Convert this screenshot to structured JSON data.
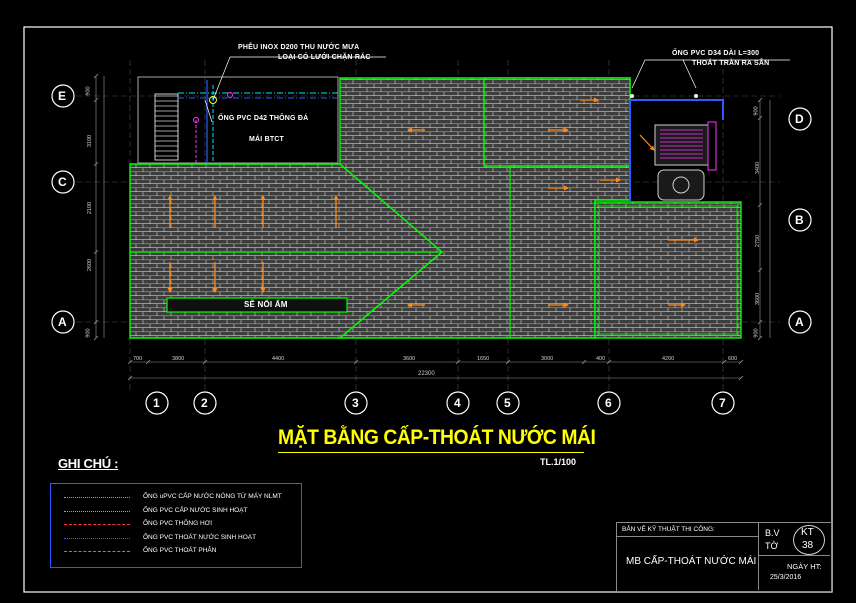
{
  "colors": {
    "background": "#000000",
    "frame": "#ffffff",
    "roof_outline": "#00ff00",
    "tile_fill": "#3d3d3d",
    "tile_lines": "#cfcfcf",
    "flow_arrow": "#ff8c1a",
    "title": "#ffff00",
    "cyan_pipe": "#00e5ff",
    "blue_wall": "#2d5bff",
    "magenta_pipe": "#ff33ff",
    "dim_line": "#9a9a9a"
  },
  "drawing": {
    "title": "MẶT BẰNG CẤP-THOÁT NƯỚC MÁI",
    "scale": "TL.1/100",
    "annotations": {
      "gutter_line1": "PHỄU INOX D200 THU NƯỚC MƯA",
      "gutter_line2": "LOẠI CÓ LƯỚI CHẶN RÁC",
      "vent_pipe": "ỐNG PVC D42 THÔNG ĐÁ",
      "roof_slab": "MÁI BTCT",
      "overflow_line1": "ỐNG PVC D34 DÀI L=300",
      "overflow_line2": "THOÁT TRÀN RA SÂN",
      "wet_slot": "SẼ NỐI ẨM"
    },
    "grid": {
      "bottom": [
        "1",
        "2",
        "3",
        "4",
        "5",
        "6",
        "7"
      ],
      "left": [
        "E",
        "C",
        "A"
      ],
      "right": [
        "D",
        "B",
        "A"
      ]
    },
    "dims": {
      "bottom": [
        "700",
        "3800",
        "4400",
        "3600",
        "1650",
        "3000",
        "400",
        "4200",
        "600"
      ],
      "total": "22300",
      "left": [
        "900",
        "3100",
        "2100",
        "2600",
        "900"
      ],
      "right": [
        "900",
        "3400",
        "2750",
        "3600",
        "900"
      ]
    }
  },
  "legend": {
    "heading": "GHI CHÚ :",
    "items": [
      {
        "label": "ỐNG uPVC CẤP NƯỚC NÓNG TỪ MÁY NLMT",
        "color": "#ff8c1a",
        "style": "dash-dot"
      },
      {
        "label": "ỐNG PVC CẤP NƯỚC SINH HOẠT",
        "color": "#00e5ff",
        "style": "dash-dot"
      },
      {
        "label": "ỐNG PVC THÔNG HƠI",
        "color": "#ff3333",
        "style": "dashed"
      },
      {
        "label": "ỐNG PVC THOÁT NƯỚC SINH HOẠT",
        "color": "#2d5bff",
        "style": "dash-dot"
      },
      {
        "label": "ỐNG PVC THOÁT PHÂN",
        "color": "#ff33ff",
        "style": "dashed"
      }
    ]
  },
  "title_block": {
    "type_label": "BẢN VẼ KỸ THUẬT THI CÔNG:",
    "drawing_name": "MB CẤP-THOÁT NƯỚC MÁI",
    "bv": "B.V",
    "to": "TỜ",
    "code": "KT",
    "sheet": "38",
    "date_label": "NGÀY HT:",
    "date": "25/3/2016"
  }
}
